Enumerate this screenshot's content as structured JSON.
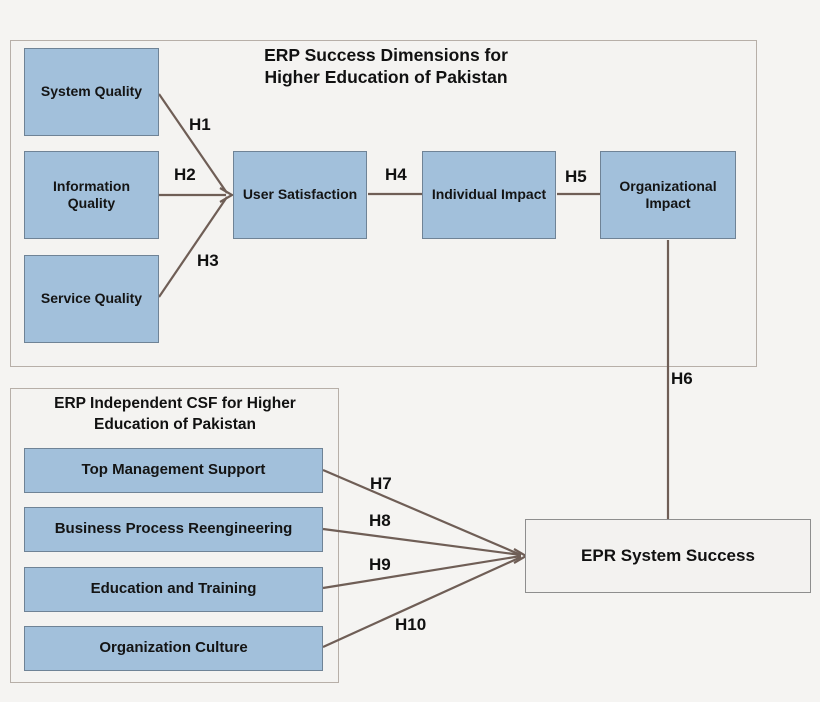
{
  "success_panel": {
    "title1": "ERP Success Dimensions for",
    "title2": "Higher Education of Pakistan",
    "nodes": {
      "system_quality": "System Quality",
      "information_quality": "Information Quality",
      "service_quality": "Service Quality",
      "user_satisfaction": "User Satisfaction",
      "individual_impact": "Individual Impact",
      "organizational_impact": "Organizational Impact"
    }
  },
  "csf_panel": {
    "title1": "ERP Independent CSF for Higher",
    "title2": "Education of Pakistan",
    "nodes": {
      "top_management_support": "Top Management Support",
      "business_process_reengineering": "Business Process Reengineering",
      "education_and_training": "Education and Training",
      "organization_culture": "Organization Culture"
    }
  },
  "outcome_node": "EPR System Success",
  "hypotheses": {
    "h1": "H1",
    "h2": "H2",
    "h3": "H3",
    "h4": "H4",
    "h5": "H5",
    "h6": "H6",
    "h7": "H7",
    "h8": "H8",
    "h9": "H9",
    "h10": "H10"
  },
  "edges": [
    {
      "label": "H1",
      "from": "System Quality",
      "to": "User Satisfaction"
    },
    {
      "label": "H2",
      "from": "Information Quality",
      "to": "User Satisfaction"
    },
    {
      "label": "H3",
      "from": "Service Quality",
      "to": "User Satisfaction"
    },
    {
      "label": "H4",
      "from": "User Satisfaction",
      "to": "Individual Impact"
    },
    {
      "label": "H5",
      "from": "Individual Impact",
      "to": "Organizational Impact"
    },
    {
      "label": "H6",
      "from": "Organizational Impact",
      "to": "EPR System Success"
    },
    {
      "label": "H7",
      "from": "Top Management Support",
      "to": "EPR System Success"
    },
    {
      "label": "H8",
      "from": "Business Process Reengineering",
      "to": "EPR System Success"
    },
    {
      "label": "H9",
      "from": "Education and Training",
      "to": "EPR System Success"
    },
    {
      "label": "H10",
      "from": "Organization Culture",
      "to": "EPR System Success"
    }
  ],
  "colors": {
    "node_fill": "#a2c0db",
    "node_border": "#6f8396",
    "line": "#6f5e56",
    "panel_border": "#b7afa8",
    "panel_fill": "#f4f3f1",
    "background": "#f5f4f2",
    "text": "#111111"
  }
}
